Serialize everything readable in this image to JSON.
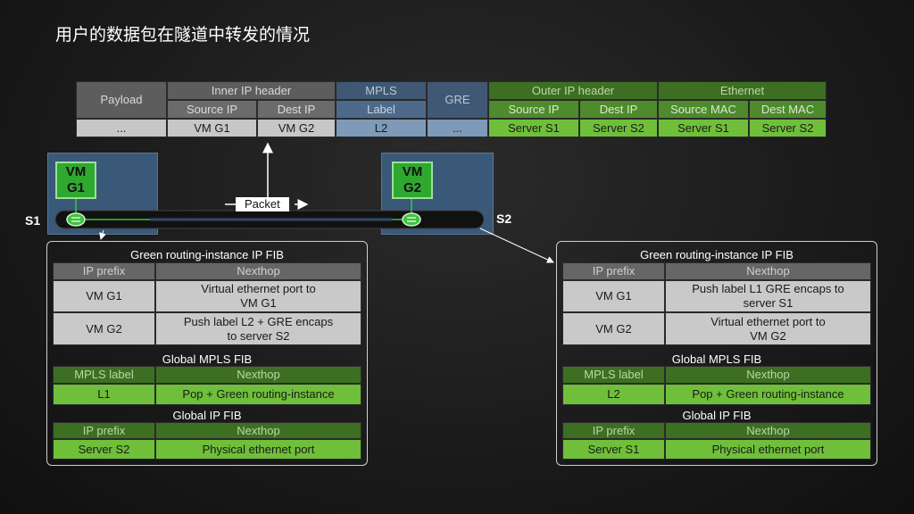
{
  "title": "用户的数据包在隧道中转发的情况",
  "header": {
    "payload": "Payload",
    "inner_ip": "Inner IP header",
    "mpls": "MPLS",
    "gre": "GRE",
    "outer_ip": "Outer IP header",
    "ethernet": "Ethernet",
    "sub": {
      "source_ip": "Source IP",
      "dest_ip": "Dest IP",
      "label": "Label",
      "outer_source_ip": "Source IP",
      "outer_dest_ip": "Dest IP",
      "source_mac": "Source MAC",
      "dest_mac": "Dest MAC"
    },
    "values": {
      "payload": "...",
      "source_ip": "VM G1",
      "dest_ip": "VM G2",
      "label": "L2",
      "gre": "...",
      "outer_source_ip": "Server S1",
      "outer_dest_ip": "Server S2",
      "source_mac": "Server S1",
      "dest_mac": "Server S2"
    }
  },
  "topology": {
    "s1": "S1",
    "s2": "S2",
    "vm_g1": "VM G1",
    "vm_g2": "VM G2",
    "packet": "Packet"
  },
  "left": {
    "ip_fib_title": "Green routing-instance IP FIB",
    "ip_fib_cols": [
      "IP prefix",
      "Nexthop"
    ],
    "ip_fib_rows": [
      [
        "VM G1",
        "Virtual ethernet port to VM G1"
      ],
      [
        "VM G2",
        "Push label L2 + GRE encaps to server S2"
      ]
    ],
    "mpls_title": "Global MPLS FIB",
    "mpls_cols": [
      "MPLS label",
      "Nexthop"
    ],
    "mpls_rows": [
      [
        "L1",
        "Pop + Green routing-instance"
      ]
    ],
    "gip_title": "Global IP FIB",
    "gip_cols": [
      "IP prefix",
      "Nexthop"
    ],
    "gip_rows": [
      [
        "Server S2",
        "Physical ethernet port"
      ]
    ]
  },
  "right": {
    "ip_fib_title": "Green routing-instance IP FIB",
    "ip_fib_cols": [
      "IP prefix",
      "Nexthop"
    ],
    "ip_fib_rows": [
      [
        "VM G1",
        "Push label L1 GRE encaps to server S1"
      ],
      [
        "VM G2",
        "Virtual ethernet port to VM G2"
      ]
    ],
    "mpls_title": "Global MPLS FIB",
    "mpls_cols": [
      "MPLS label",
      "Nexthop"
    ],
    "mpls_rows": [
      [
        "L2",
        "Pop + Green routing-instance"
      ]
    ],
    "gip_title": "Global IP FIB",
    "gip_cols": [
      "IP prefix",
      "Nexthop"
    ],
    "gip_rows": [
      [
        "Server S1",
        "Physical ethernet port"
      ]
    ]
  }
}
